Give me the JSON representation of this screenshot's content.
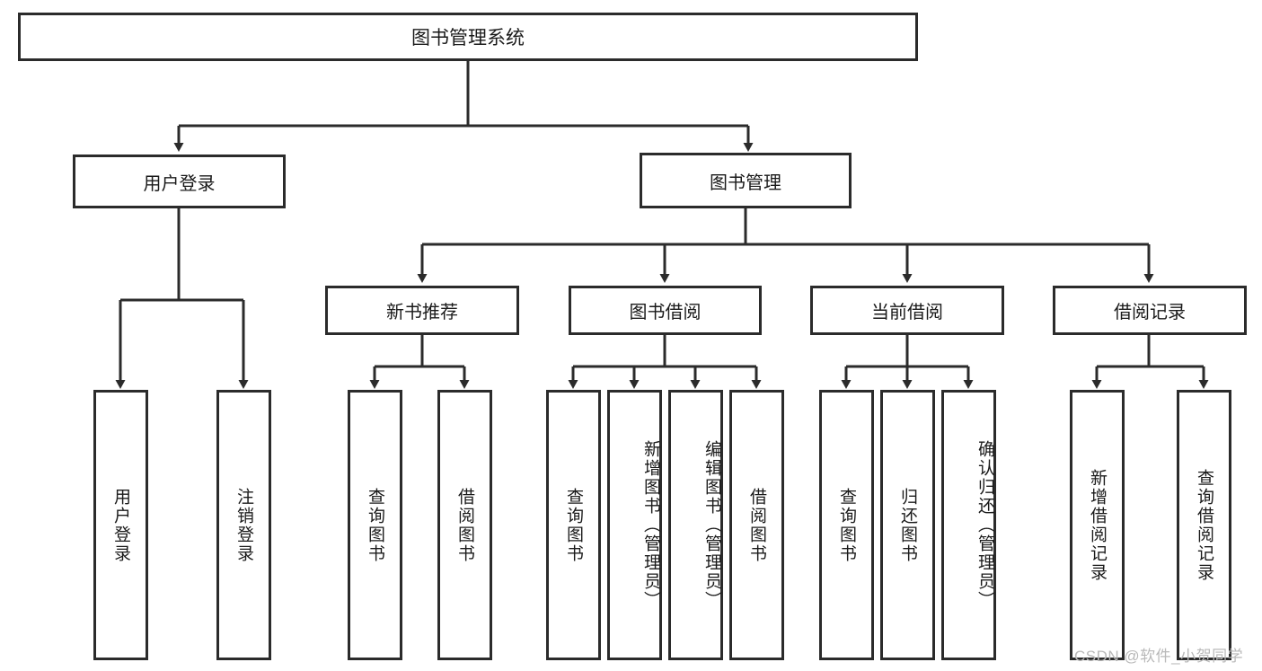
{
  "diagram": {
    "type": "tree-hierarchy",
    "title": "图书管理系统",
    "root": {
      "label": "图书管理系统"
    },
    "level1": [
      {
        "label": "用户登录"
      },
      {
        "label": "图书管理"
      }
    ],
    "level2": [
      {
        "label": "新书推荐"
      },
      {
        "label": "图书借阅"
      },
      {
        "label": "当前借阅"
      },
      {
        "label": "借阅记录"
      }
    ],
    "leaves": {
      "user_login": [
        {
          "label": "用户登录"
        },
        {
          "label": "注销登录"
        }
      ],
      "new_book_recommend": [
        {
          "label": "查询图书"
        },
        {
          "label": "借阅图书"
        }
      ],
      "book_borrow": [
        {
          "label": "查询图书"
        },
        {
          "label": "新增图书（管理员）"
        },
        {
          "label": "编辑图书（管理员）"
        },
        {
          "label": "借阅图书"
        }
      ],
      "current_borrow": [
        {
          "label": "查询图书"
        },
        {
          "label": "归还图书"
        },
        {
          "label": "确认归还（管理员）"
        }
      ],
      "borrow_record": [
        {
          "label": "新增借阅记录"
        },
        {
          "label": "查询借阅记录"
        }
      ]
    }
  },
  "watermark": {
    "text": "CSDN @软件_小贺同学"
  },
  "colors": {
    "stroke": "#2b2b2b",
    "text": "#1a1a1a",
    "background": "#ffffff",
    "watermark": "#b9b9b9"
  }
}
